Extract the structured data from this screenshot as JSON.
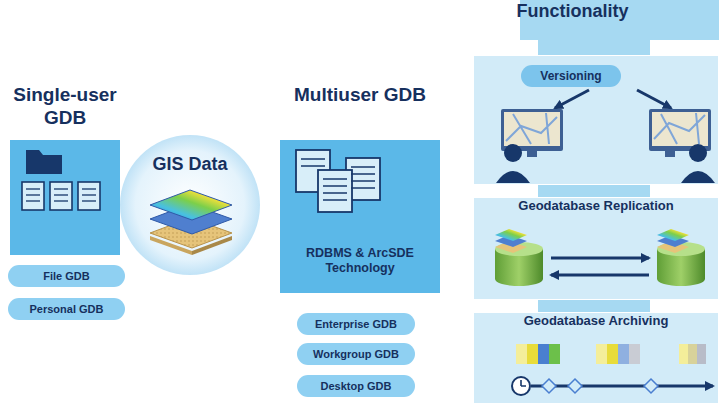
{
  "diagram": {
    "nodes": [
      {
        "text": [
          "Single-user GDB"
        ]
      },
      {
        "text": [
          "File GDB"
        ]
      },
      {
        "text": [
          "Personal GDB"
        ]
      },
      {
        "text": [
          "GIS Data"
        ]
      },
      {
        "text": [
          "Multiuser GDB",
          "RDBMS & ArcSDE Technology"
        ]
      },
      {
        "text": [
          "Enterprise GDB"
        ]
      },
      {
        "text": [
          "Workgroup GDB"
        ]
      },
      {
        "text": [
          "Desktop GDB"
        ]
      },
      {
        "text": [
          "Functionality"
        ]
      },
      {
        "text": [
          "Versioning"
        ],
        "in": 8
      },
      {
        "text": [
          "Geodatabase Replication"
        ],
        "in": 8
      },
      {
        "text": [
          "Geodatabase Archiving"
        ],
        "in": 8
      }
    ],
    "edges": [
      {
        "from": 4,
        "to": 9,
        "arrow": "none"
      },
      {
        "from": 4,
        "to": 10,
        "arrow": "none"
      },
      {
        "from": 4,
        "to": 11,
        "arrow": "none"
      }
    ]
  }
}
